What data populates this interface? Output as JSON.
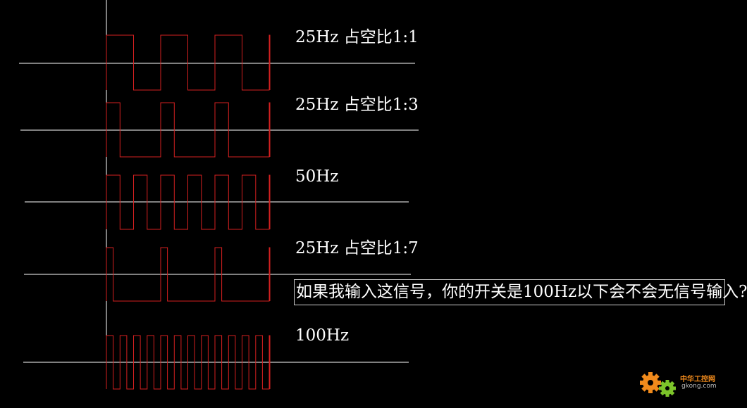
{
  "labels": {
    "wave1": "25Hz  占空比1:1",
    "wave2": "25Hz  占空比1:3",
    "wave3": "50Hz",
    "wave4": "25Hz  占空比1:7",
    "wave5": "100Hz"
  },
  "question": "如果我输入这信号，你的开关是100Hz以下会不会无信号输入?",
  "watermark": {
    "name": "中华工控网",
    "url": "gkong.com"
  },
  "colors": {
    "background": "#000000",
    "axis": "#ffffff",
    "signal": "#d42020",
    "text": "#ffffff",
    "logo_orange": "#f08a1c",
    "logo_green": "#7cc42a"
  },
  "waveforms": [
    {
      "frequency_hz": 25,
      "duty_high_parts": 1,
      "duty_low_parts": 1
    },
    {
      "frequency_hz": 25,
      "duty_high_parts": 1,
      "duty_low_parts": 3
    },
    {
      "frequency_hz": 50,
      "duty_high_parts": 1,
      "duty_low_parts": 1
    },
    {
      "frequency_hz": 25,
      "duty_high_parts": 1,
      "duty_low_parts": 7
    },
    {
      "frequency_hz": 100,
      "duty_high_parts": 1,
      "duty_low_parts": 1
    }
  ]
}
